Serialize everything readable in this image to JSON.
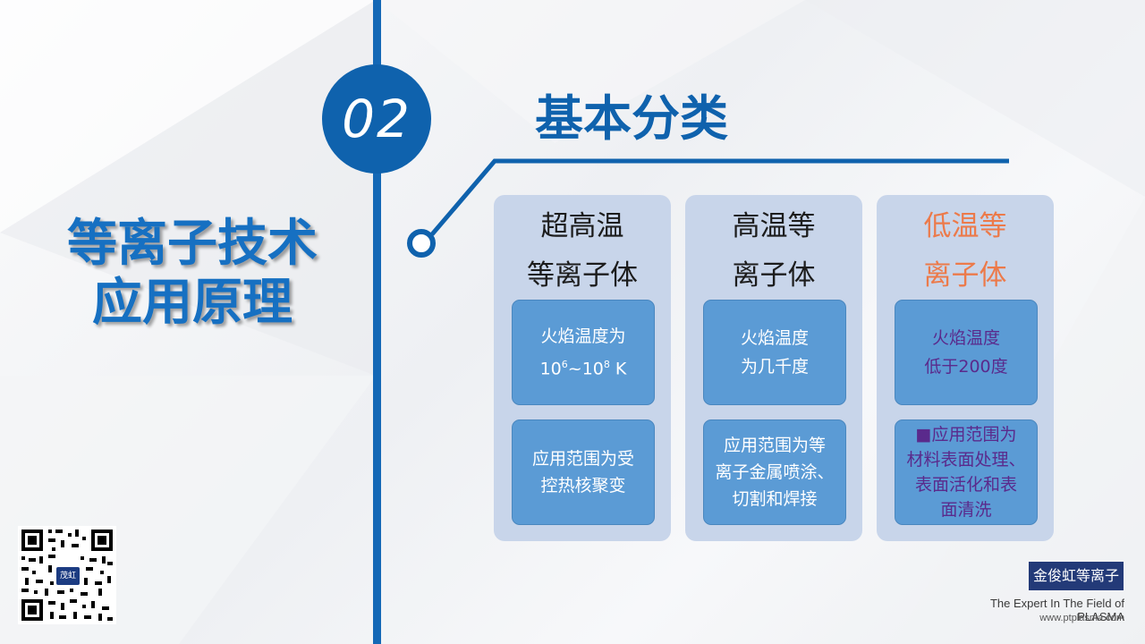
{
  "section": {
    "number": "02",
    "title": "基本分类"
  },
  "main_title": {
    "line1": "等离子技术",
    "line2": "应用原理"
  },
  "columns": [
    {
      "title_line1": "超高温",
      "title_line2": "等离子体",
      "title_color": "#1c1c1c",
      "box1": {
        "line1": "火焰温度为",
        "line2_base": "10",
        "line2_exp1": "6",
        "line2_mid": "~10",
        "line2_exp2": "8",
        "line2_end": " K"
      },
      "box2": {
        "line1": "应用范围为受",
        "line2": "控热核聚变"
      }
    },
    {
      "title_line1": "高温等",
      "title_line2": "离子体",
      "title_color": "#1c1c1c",
      "box1": {
        "line1": "火焰温度",
        "line2": "为几千度"
      },
      "box2": {
        "line1": "应用范围为等",
        "line2": "离子金属喷涂、",
        "line3": "切割和焊接"
      }
    },
    {
      "title_line1": "低温等",
      "title_line2": "离子体",
      "title_color": "#ec7a4a",
      "box1": {
        "line1": "火焰温度",
        "line2": "低于200度"
      },
      "box2": {
        "line1": "■应用范围为",
        "line2": "材料表面处理、",
        "line3": "表面活化和表",
        "line4": "面清洗"
      }
    }
  ],
  "qr_badge": "茂虹",
  "brand": {
    "name": "金俊虹等离子",
    "slogan": "The Expert In The Field of PLASMA",
    "website": "www.ptplasma.com"
  },
  "colors": {
    "primary_blue": "#0f62ad",
    "column_bg": "#c8d5ea",
    "box_blue": "#5b9bd5",
    "accent_orange": "#ec7a4a",
    "brand_navy": "#233a78"
  }
}
